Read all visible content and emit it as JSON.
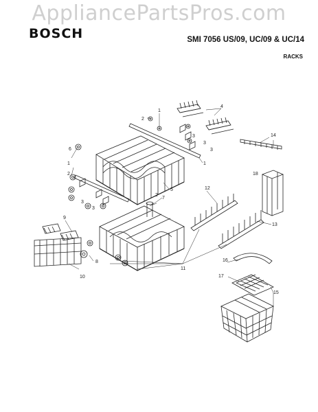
{
  "watermark": "AppliancePartsPros.com",
  "brand": "BOSCH",
  "model_title": "SMI 7056 US/09, UC/09 & UC/14",
  "section_title": "RACKS",
  "callouts": [
    {
      "id": "c1a",
      "text": "1"
    },
    {
      "id": "c2a",
      "text": "2"
    },
    {
      "id": "c4",
      "text": "4"
    },
    {
      "id": "c3a",
      "text": "3"
    },
    {
      "id": "c3b",
      "text": "3"
    },
    {
      "id": "c3c",
      "text": "3"
    },
    {
      "id": "c1b",
      "text": "1"
    },
    {
      "id": "c14",
      "text": "14"
    },
    {
      "id": "c6",
      "text": "6"
    },
    {
      "id": "c1c",
      "text": "1"
    },
    {
      "id": "c2b",
      "text": "2"
    },
    {
      "id": "c3d",
      "text": "3"
    },
    {
      "id": "c3e",
      "text": "3"
    },
    {
      "id": "c5",
      "text": "5"
    },
    {
      "id": "c18",
      "text": "18"
    },
    {
      "id": "c12",
      "text": "12"
    },
    {
      "id": "c2c",
      "text": "2"
    },
    {
      "id": "c7",
      "text": "7"
    },
    {
      "id": "c9",
      "text": "9"
    },
    {
      "id": "c13",
      "text": "13"
    },
    {
      "id": "c8",
      "text": "8"
    },
    {
      "id": "c11",
      "text": "11"
    },
    {
      "id": "c10",
      "text": "10"
    },
    {
      "id": "c16",
      "text": "16"
    },
    {
      "id": "c17",
      "text": "17"
    },
    {
      "id": "c15",
      "text": "15"
    }
  ]
}
